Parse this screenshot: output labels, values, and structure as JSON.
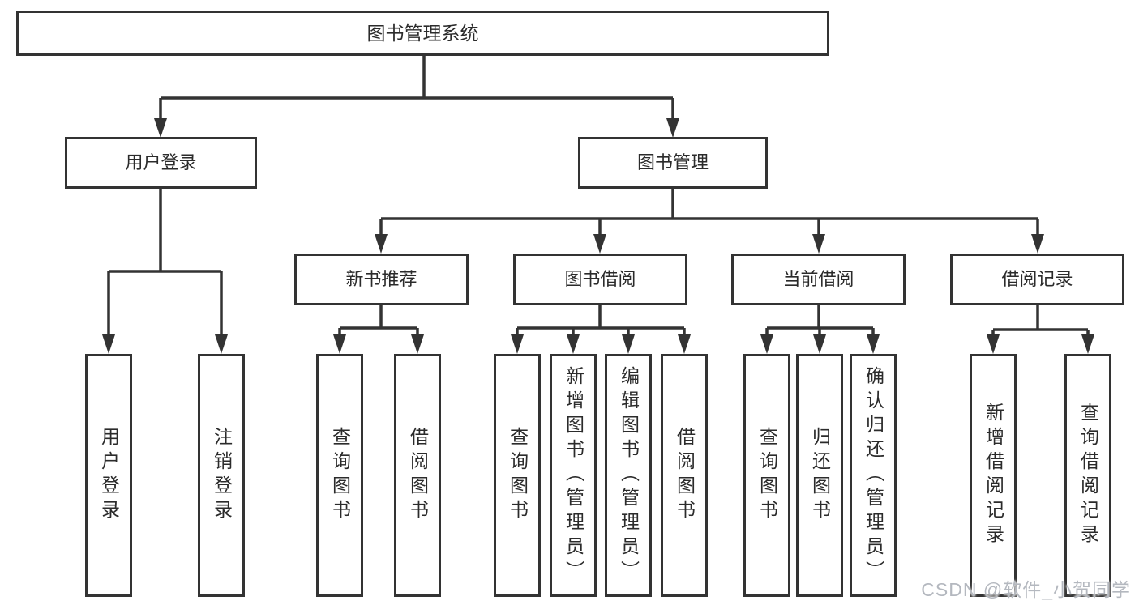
{
  "tree": {
    "root": {
      "label": "图书管理系统",
      "children": [
        {
          "label": "用户登录",
          "children": [
            {
              "label": "用户登录"
            },
            {
              "label": "注销登录"
            }
          ]
        },
        {
          "label": "图书管理",
          "children": [
            {
              "label": "新书推荐",
              "children": [
                {
                  "label": "查询图书"
                },
                {
                  "label": "借阅图书"
                }
              ]
            },
            {
              "label": "图书借阅",
              "children": [
                {
                  "label": "查询图书"
                },
                {
                  "label": "新增图书（管理员）"
                },
                {
                  "label": "编辑图书（管理员）"
                },
                {
                  "label": "借阅图书"
                }
              ]
            },
            {
              "label": "当前借阅",
              "children": [
                {
                  "label": "查询图书"
                },
                {
                  "label": "归还图书"
                },
                {
                  "label": "确认归还（管理员）"
                }
              ]
            },
            {
              "label": "借阅记录",
              "children": [
                {
                  "label": "新增借阅记录"
                },
                {
                  "label": "查询借阅记录"
                }
              ]
            }
          ]
        }
      ]
    }
  },
  "watermark": {
    "text": "CSDN @软件_小贺同学"
  },
  "colors": {
    "line": "#333333",
    "box_border": "#333333",
    "text": "#2b2b2b",
    "background": "#ffffff",
    "watermark": "#b4b8bf"
  }
}
